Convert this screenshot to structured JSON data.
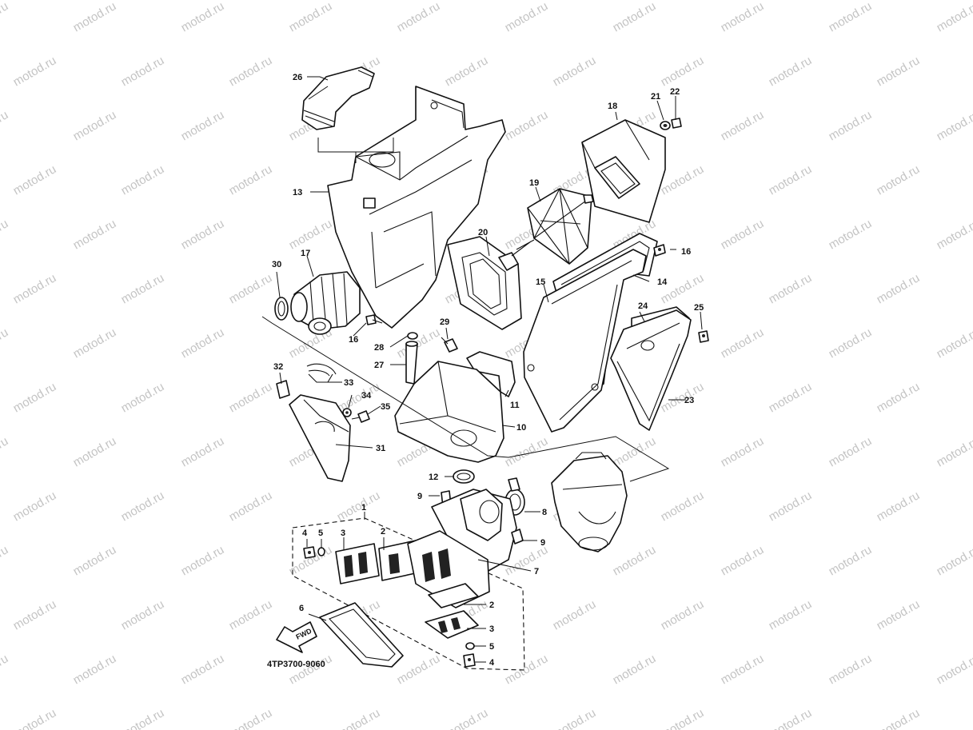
{
  "watermark": "motod.ru",
  "diagram_code": "4TP3700-9060",
  "fwd_label": "FWD",
  "callouts": [
    {
      "id": "c26",
      "text": "26"
    },
    {
      "id": "c13",
      "text": "13"
    },
    {
      "id": "c18",
      "text": "18"
    },
    {
      "id": "c21",
      "text": "21"
    },
    {
      "id": "c22",
      "text": "22"
    },
    {
      "id": "c19",
      "text": "19"
    },
    {
      "id": "c20",
      "text": "20"
    },
    {
      "id": "c16a",
      "text": "16"
    },
    {
      "id": "c14",
      "text": "14"
    },
    {
      "id": "c15",
      "text": "15"
    },
    {
      "id": "c24",
      "text": "24"
    },
    {
      "id": "c25",
      "text": "25"
    },
    {
      "id": "c30",
      "text": "30"
    },
    {
      "id": "c17",
      "text": "17"
    },
    {
      "id": "c16b",
      "text": "16"
    },
    {
      "id": "c29",
      "text": "29"
    },
    {
      "id": "c28",
      "text": "28"
    },
    {
      "id": "c27",
      "text": "27"
    },
    {
      "id": "c32",
      "text": "32"
    },
    {
      "id": "c33",
      "text": "33"
    },
    {
      "id": "c34",
      "text": "34"
    },
    {
      "id": "c35",
      "text": "35"
    },
    {
      "id": "c11",
      "text": "11"
    },
    {
      "id": "c10",
      "text": "10"
    },
    {
      "id": "c23",
      "text": "23"
    },
    {
      "id": "c31",
      "text": "31"
    },
    {
      "id": "c12",
      "text": "12"
    },
    {
      "id": "c9a",
      "text": "9"
    },
    {
      "id": "c8",
      "text": "8"
    },
    {
      "id": "c1",
      "text": "1"
    },
    {
      "id": "c4a",
      "text": "4"
    },
    {
      "id": "c5a",
      "text": "5"
    },
    {
      "id": "c3a",
      "text": "3"
    },
    {
      "id": "c2a",
      "text": "2"
    },
    {
      "id": "c9b",
      "text": "9"
    },
    {
      "id": "c7",
      "text": "7"
    },
    {
      "id": "c2b",
      "text": "2"
    },
    {
      "id": "c6",
      "text": "6"
    },
    {
      "id": "c3b",
      "text": "3"
    },
    {
      "id": "c5b",
      "text": "5"
    },
    {
      "id": "c4b",
      "text": "4"
    }
  ]
}
